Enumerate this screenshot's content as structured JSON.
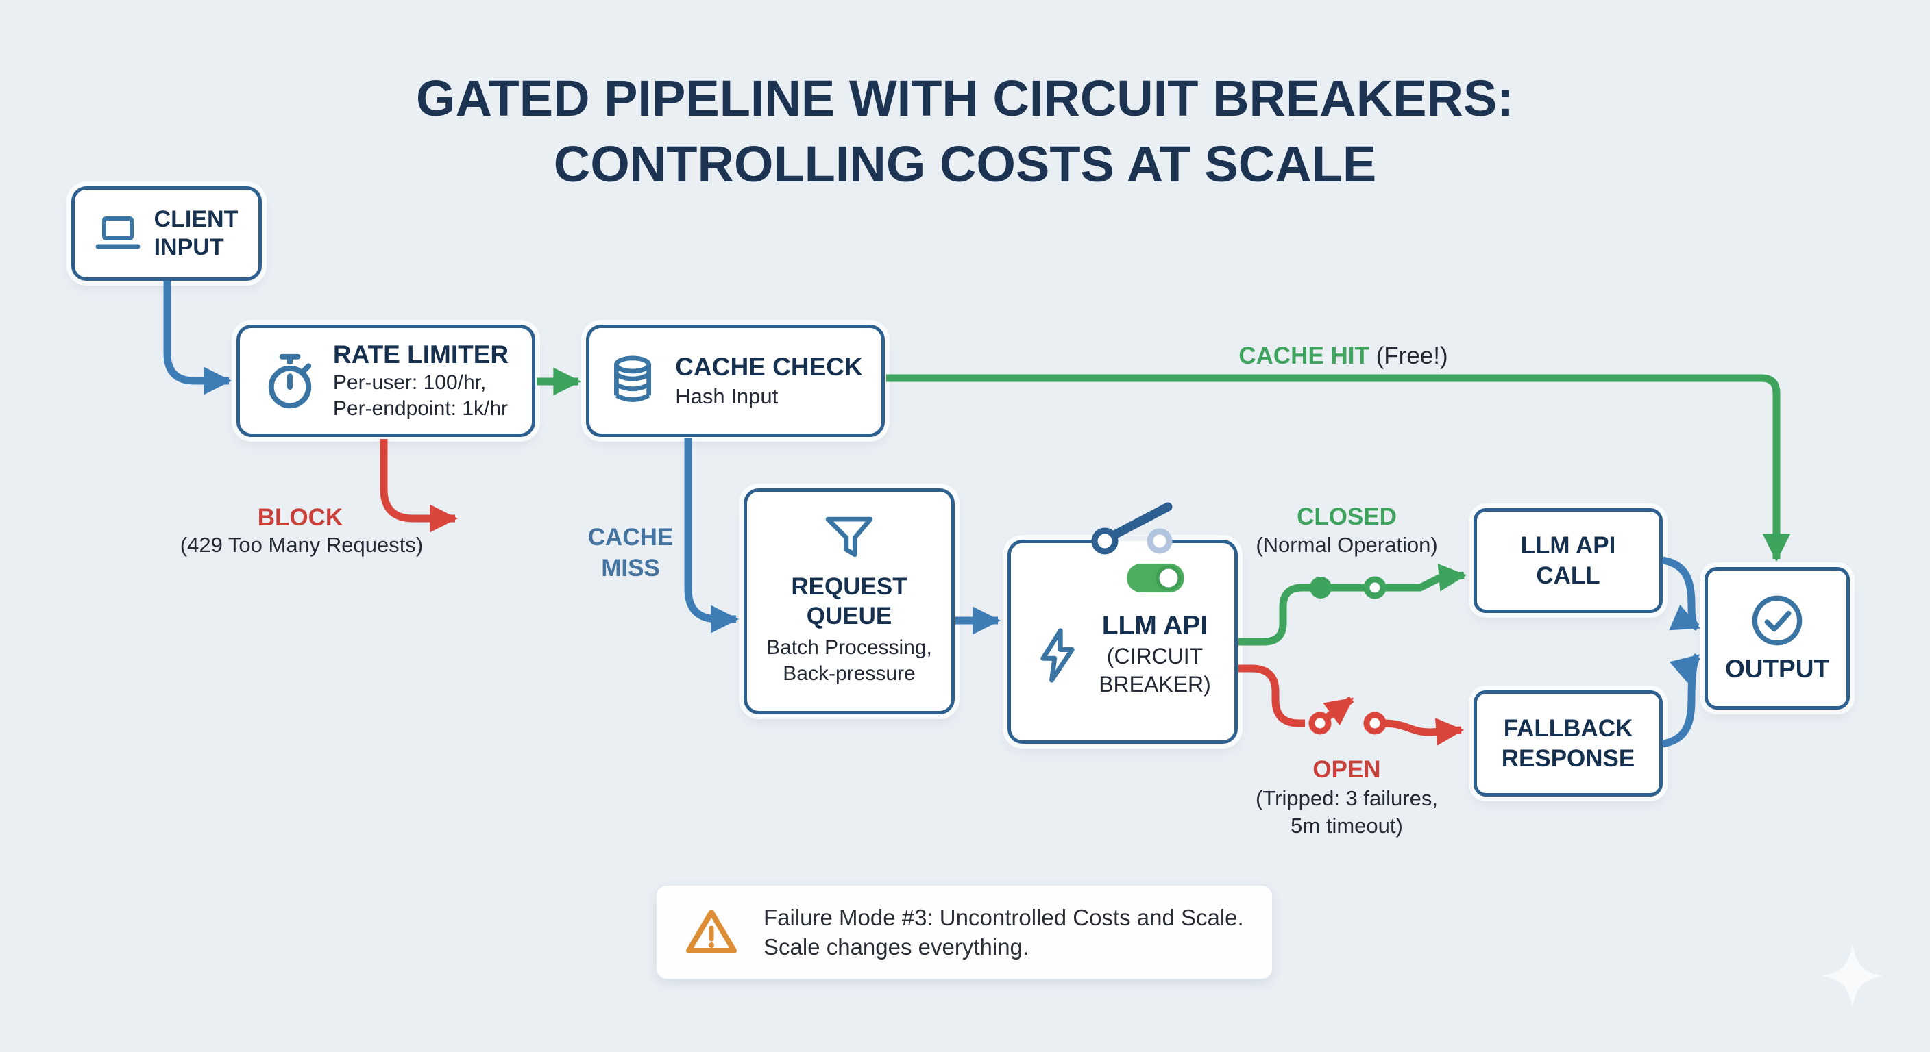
{
  "title": {
    "line1": "GATED PIPELINE WITH CIRCUIT BREAKERS:",
    "line2": "CONTROLLING COSTS AT SCALE"
  },
  "nodes": {
    "client_input": {
      "line1": "CLIENT",
      "line2": "INPUT"
    },
    "rate_limiter": {
      "title": "RATE LIMITER",
      "detail1": "Per-user: 100/hr,",
      "detail2": "Per-endpoint: 1k/hr"
    },
    "cache_check": {
      "title": "CACHE CHECK",
      "detail": "Hash Input"
    },
    "request_queue": {
      "title1": "REQUEST",
      "title2": "QUEUE",
      "detail1": "Batch Processing,",
      "detail2": "Back-pressure"
    },
    "llm_api": {
      "title": "LLM API",
      "detail1": "(CIRCUIT",
      "detail2": "BREAKER)"
    },
    "llm_api_call": {
      "line1": "LLM API",
      "line2": "CALL"
    },
    "fallback_response": {
      "line1": "FALLBACK",
      "line2": "RESPONSE"
    },
    "output": {
      "label": "OUTPUT"
    }
  },
  "edges": {
    "block": {
      "label": "BLOCK",
      "sub": "(429 Too Many Requests)"
    },
    "cache_miss": {
      "line1": "CACHE",
      "line2": "MISS"
    },
    "cache_hit": {
      "label": "CACHE HIT",
      "sub": "(Free!)"
    },
    "closed": {
      "label": "CLOSED",
      "sub": "(Normal Operation)"
    },
    "open": {
      "label": "OPEN",
      "sub1": "(Tripped: 3 failures,",
      "sub2": "5m timeout)"
    }
  },
  "note": {
    "line1": "Failure Mode #3: Uncontrolled Costs and Scale.",
    "line2": "Scale changes everything."
  },
  "colors": {
    "background": "#EAEFF4",
    "box_border": "#2D608F",
    "heading_navy": "#1C3351",
    "body_text": "#232A35",
    "arrow_blue": "#3E7CB6",
    "arrow_green": "#3EA35C",
    "arrow_red": "#D9453A",
    "cache_miss_blue": "#44749F",
    "warning_orange": "#DD8E35",
    "switch_open_gray": "#B3C4DF",
    "toggle_green": "#4CAD5F"
  }
}
